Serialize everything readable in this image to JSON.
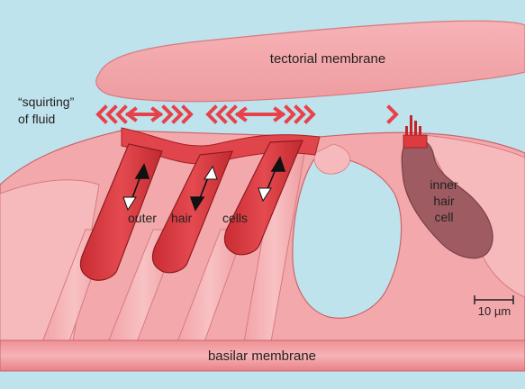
{
  "labels": {
    "tectorial": "tectorial membrane",
    "squirting_line1": "“squirting”",
    "squirting_line2": "of fluid",
    "outer": "outer",
    "hair": "hair",
    "cells": "cells",
    "inner_line1": "inner",
    "inner_line2": "hair",
    "inner_line3": "cell",
    "scale": "10 µm",
    "basilar": "basilar membrane"
  },
  "colors": {
    "background": "#bfe3ec",
    "tissue": "#f3a9ac",
    "tissue_light": "#f6babc",
    "tissue_edge": "#c9646b",
    "hair_cell": "#dc3b40",
    "hair_cell_dark": "#b3242a",
    "inner_hair_cell": "#9e5c62",
    "arrow_red": "#e8414a",
    "membrane_band": "#e98186"
  },
  "icons": {
    "fluid_arrows": "double-headed-chevron-arrow",
    "motion_arrows": "double-headed-arrow"
  }
}
